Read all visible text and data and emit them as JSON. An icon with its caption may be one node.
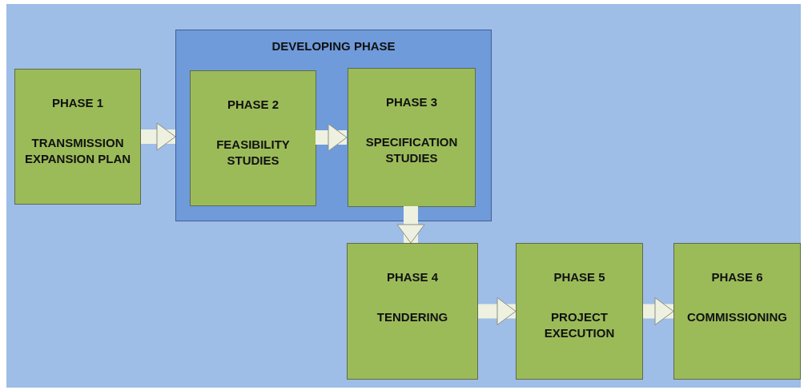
{
  "diagram": {
    "nodes": [
      {
        "text": [
          "PHASE 1",
          "TRANSMISSION EXPANSION PLAN"
        ]
      },
      {
        "text": [
          "DEVELOPING PHASE"
        ]
      },
      {
        "text": [
          "PHASE 2",
          "FEASIBILITY STUDIES"
        ],
        "in": 1
      },
      {
        "text": [
          "PHASE 3",
          "SPECIFICATION STUDIES"
        ],
        "in": 1
      },
      {
        "text": [
          "PHASE 4",
          "TENDERING"
        ]
      },
      {
        "text": [
          "PHASE 5",
          "PROJECT EXECUTION"
        ]
      },
      {
        "text": [
          "PHASE 6",
          "COMMISSIONING"
        ]
      }
    ],
    "edges": [
      {
        "from": 0,
        "to": 1,
        "arrow": "to"
      },
      {
        "from": 2,
        "to": 3,
        "arrow": "to"
      },
      {
        "from": 3,
        "to": 4,
        "arrow": "to"
      },
      {
        "from": 4,
        "to": 5,
        "arrow": "to"
      },
      {
        "from": 5,
        "to": 6,
        "arrow": "to"
      }
    ]
  }
}
